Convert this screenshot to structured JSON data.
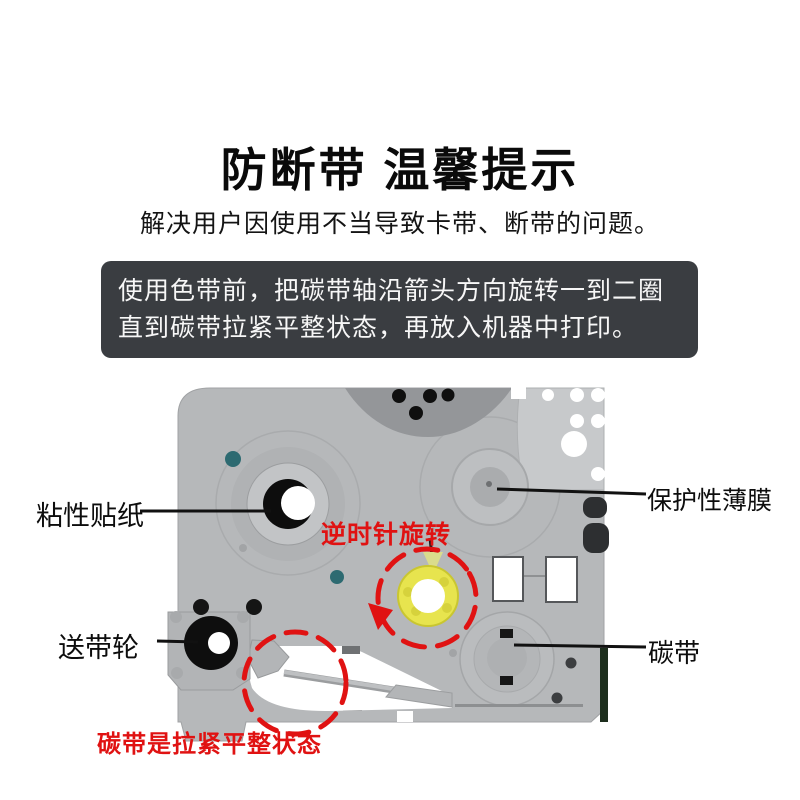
{
  "header": {
    "title": "防断带 温馨提示",
    "subtitle": "解决用户因使用不当导致卡带、断带的问题。"
  },
  "notice": {
    "lines": [
      "使用色带前，把碳带轴沿箭头方向旋转一到二圈",
      "直到碳带拉紧平整状态，再放入机器中打印。"
    ]
  },
  "diagram": {
    "labels": {
      "adhesive_sticker": "粘性贴纸",
      "protective_film": "保护性薄膜",
      "feed_wheel": "送带轮",
      "ribbon": "碳带",
      "rotate_ccw": "逆时针旋转",
      "ribbon_flat_state": "碳带是拉紧平整状态"
    },
    "colors": {
      "accent_red": "#e01212",
      "cartridge_gray": "#b6b8ba",
      "spool_yellow": "#e7e44e",
      "notice_bg": "#3a3d41",
      "teal_dot": "#2d6a71"
    }
  }
}
